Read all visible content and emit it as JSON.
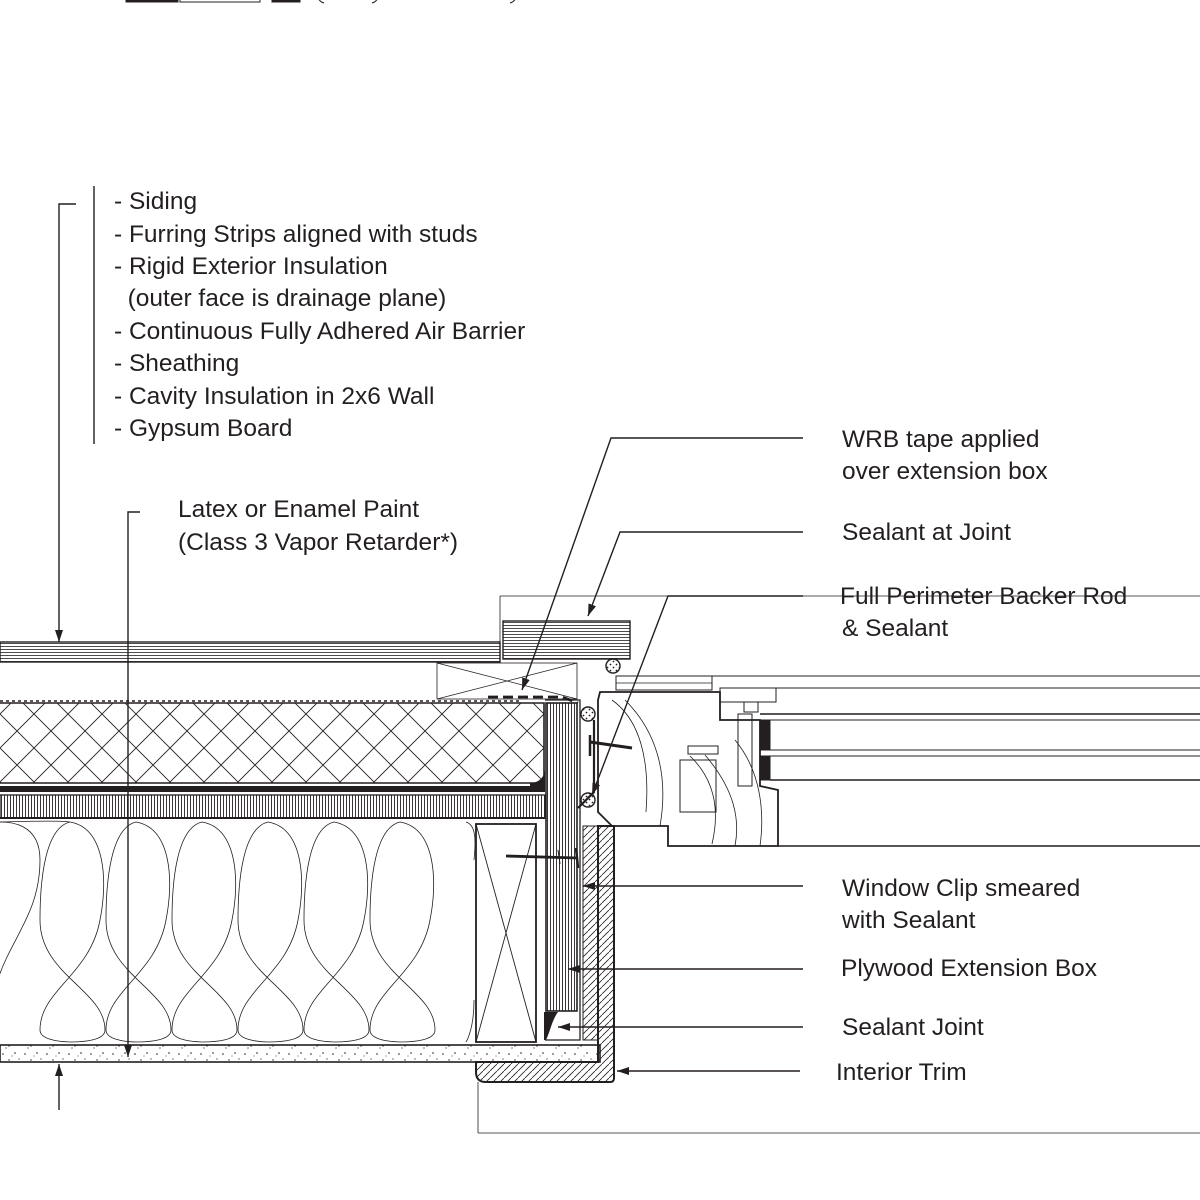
{
  "wall_layers": [
    "- Siding",
    "- Furring Strips aligned with studs",
    "- Rigid Exterior Insulation",
    "  (outer face is drainage plane)",
    "- Continuous Fully Adhered Air Barrier",
    "- Sheathing",
    "- Cavity Insulation in 2x6 Wall",
    "- Gypsum Board"
  ],
  "paint_note": [
    "Latex or Enamel Paint",
    "(Class 3 Vapor Retarder*)"
  ],
  "callouts": {
    "wrb_tape": [
      "WRB tape applied",
      "over extension box"
    ],
    "sealant_at_joint": [
      "Sealant at Joint"
    ],
    "backer_rod": [
      "Full Perimeter Backer Rod",
      "& Sealant"
    ],
    "window_clip": [
      "Window Clip smeared",
      "with Sealant"
    ],
    "extension_box": [
      "Plywood Extension Box"
    ],
    "sealant_joint": [
      "Sealant Joint"
    ],
    "interior_trim": [
      "Interior Trim"
    ]
  }
}
